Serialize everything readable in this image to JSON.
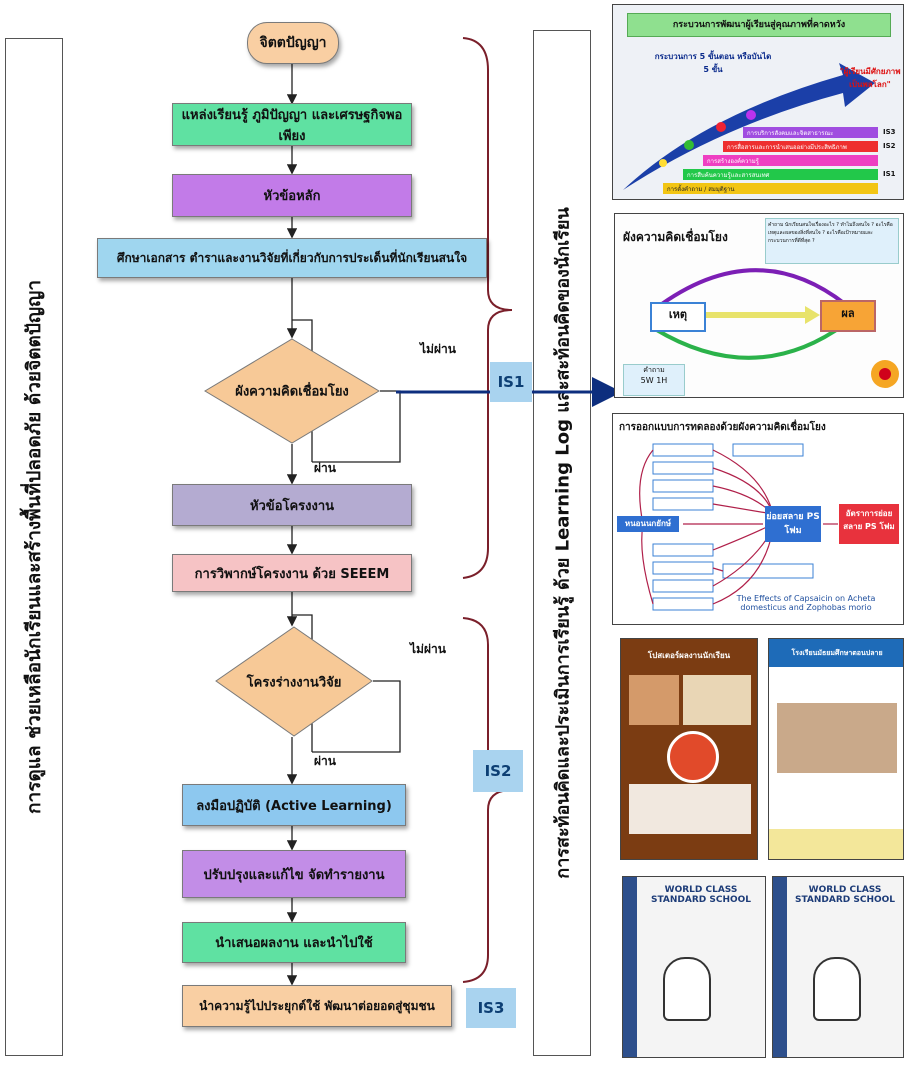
{
  "left_panel": {
    "text": "การดูแล ช่วยเหลือนักเรียนและสร้างพื้นที่ปลอดภัย ด้วยจิตตปัญญา"
  },
  "mid_panel": {
    "text": "การสะท้อนคิดและประเมินการเรียนรู้ ด้วย Learning Log และสะท้อนคิดของนักเรียน"
  },
  "flow": {
    "start": "จิตตปัญญา",
    "step1": "แหล่งเรียนรู้ ภูมิปัญญา และเศรษฐกิจพอเพียง",
    "step2": "หัวข้อหลัก",
    "step3": "ศึกษาเอกสาร ตำราและงานวิจัยที่เกี่ยวกับการประเด็นที่นักเรียนสนใจ",
    "decision1": "ผังความคิดเชื่อมโยง",
    "fail1": "ไม่ผ่าน",
    "pass1": "ผ่าน",
    "step4": "หัวข้อโครงงาน",
    "step5": "การวิพากษ์โครงงาน ด้วย SEEEM",
    "decision2": "โครงร่างงานวิจัย",
    "fail2": "ไม่ผ่าน",
    "pass2": "ผ่าน",
    "step6": "ลงมือปฏิบัติ (Active Learning)",
    "step7": "ปรับปรุงและแก้ไข จัดทำรายงาน",
    "step8": "นำเสนอผลงาน และนำไปใช้",
    "step9": "นำความรู้ไปประยุกต์ใช้ พัฒนาต่อยอดสู่ชุมชน"
  },
  "labels": {
    "is1": "IS1",
    "is2": "IS2",
    "is3": "IS3"
  },
  "thumb1": {
    "title": "กระบวนการพัฒนาผู้เรียนสู่คุณภาพที่คาดหวัง",
    "subtitle": "กระบวนการ 5 ขั้นตอน หรือบันได 5 ขั้น",
    "goal": "\"ผู้เรียนมีศักยภาพเป็นพลโลก\"",
    "steps": [
      "การบริการสังคมและจิตสาธารณะ",
      "การสื่อสารและการนำเสนออย่างมีประสิทธิภาพ",
      "การสร้างองค์ความรู้",
      "การสืบค้นความรู้และสารสนเทศ",
      "การตั้งคำถาม / สมมุติฐาน"
    ],
    "is_tags": [
      "IS3",
      "IS2",
      "IS1"
    ]
  },
  "thumb2": {
    "title": "ผังความคิดเชื่อมโยง",
    "question": "คำถาม นักเรียนสนใจเรื่องอะไร ? ทำไมถึงสนใจ ? อะไรคือเหตุและผลของสิ่งที่สนใจ ? อะไรคือเป้าหมายและกระบวนการที่ดีที่สุด ?",
    "cause": "เหตุ",
    "effect": "ผล",
    "qlabel": "คำถาม",
    "w5h1": "5W 1H"
  },
  "thumb3": {
    "title": "การออกแบบการทดลองด้วยผังความคิดเชื่อมโยง",
    "insect": "หนอนนกยักษ์",
    "decompose": "ย่อยสลาย PS โฟม",
    "rate": "อัตราการย่อยสลาย PS โฟม",
    "caption": "The Effects of Capsaicin on Acheta domesticus and Zophobas morio"
  },
  "thumb4": {
    "title": "โปสเตอร์ผลงานนักเรียน"
  },
  "thumb5": {
    "title": "โรงเรียนมัธยมศึกษาตอนปลาย"
  },
  "thumb6": {
    "logo": "WORLD CLASS STANDARD SCHOOL"
  },
  "thumb7": {
    "logo": "WORLD CLASS STANDARD SCHOOL"
  },
  "colors": {
    "start": "#f9cfa3",
    "green": "#5fe1a2",
    "purple": "#c27be8",
    "blue": "#9fd6ef",
    "diamond": "#f7c997",
    "gray_purple": "#b4abd1",
    "pink": "#f6c3c5",
    "sky": "#8dc8ef",
    "violet": "#c28de7",
    "brace": "#7a1f2a",
    "arrow": "#0d2e7e"
  }
}
